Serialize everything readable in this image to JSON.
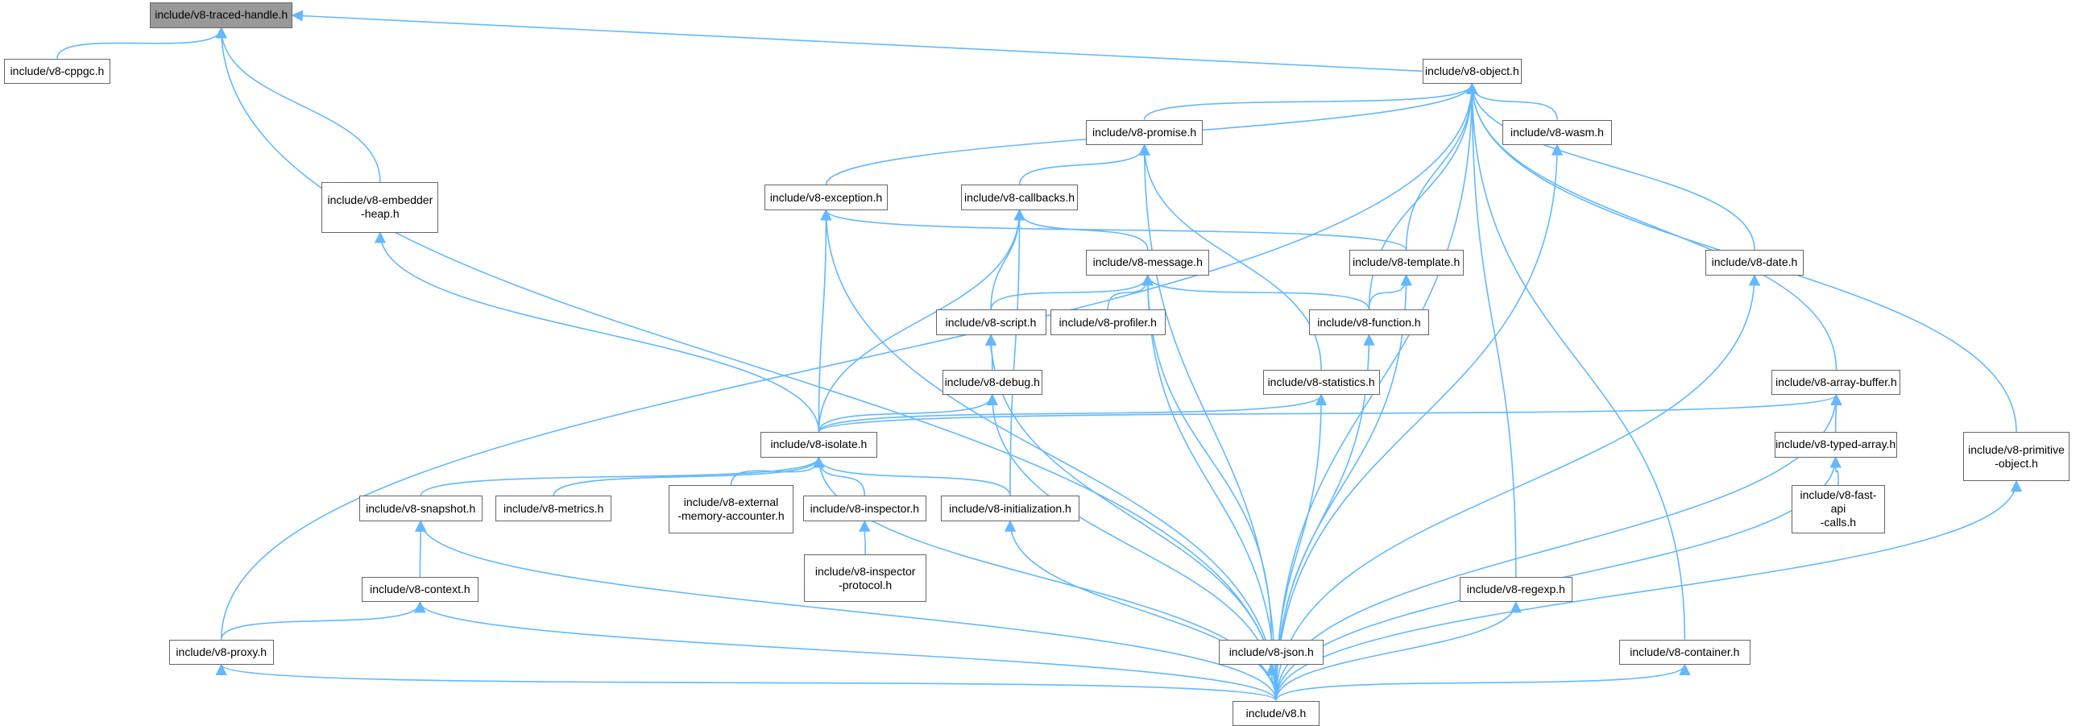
{
  "graph": {
    "title": "include/v8-traced-handle.h",
    "focus_node": "traced",
    "colors": {
      "edge": "#63b8ff",
      "focus_fill": "#999999",
      "node_border": "#666666"
    },
    "nodes": {
      "traced": "include/v8-traced-handle.h",
      "cppgc": "include/v8-cppgc.h",
      "object": "include/v8-object.h",
      "promise": "include/v8-promise.h",
      "wasm": "include/v8-wasm.h",
      "embedder": "include/v8-embedder\n-heap.h",
      "exception": "include/v8-exception.h",
      "callbacks": "include/v8-callbacks.h",
      "message": "include/v8-message.h",
      "template": "include/v8-template.h",
      "date": "include/v8-date.h",
      "script": "include/v8-script.h",
      "profiler": "include/v8-profiler.h",
      "function": "include/v8-function.h",
      "debug": "include/v8-debug.h",
      "statistics": "include/v8-statistics.h",
      "arraybuffer": "include/v8-array-buffer.h",
      "isolate": "include/v8-isolate.h",
      "primitive": "include/v8-primitive\n-object.h",
      "typedarray": "include/v8-typed-array.h",
      "snapshot": "include/v8-snapshot.h",
      "metrics": "include/v8-metrics.h",
      "external": "include/v8-external\n-memory-accounter.h",
      "inspector": "include/v8-inspector.h",
      "initialization": "include/v8-initialization.h",
      "fastapi": "include/v8-fast-api\n-calls.h",
      "inspectorprotocol": "include/v8-inspector\n-protocol.h",
      "context": "include/v8-context.h",
      "regexp": "include/v8-regexp.h",
      "proxy": "include/v8-proxy.h",
      "json": "include/v8-json.h",
      "container": "include/v8-container.h",
      "v8": "include/v8.h"
    },
    "edges": [
      [
        "cppgc",
        "traced"
      ],
      [
        "embedder",
        "traced"
      ],
      [
        "v8",
        "traced"
      ],
      [
        "object",
        "traced"
      ],
      [
        "promise",
        "object"
      ],
      [
        "wasm",
        "object"
      ],
      [
        "exception",
        "object"
      ],
      [
        "template",
        "object"
      ],
      [
        "function",
        "object"
      ],
      [
        "date",
        "object"
      ],
      [
        "regexp",
        "object"
      ],
      [
        "container",
        "object"
      ],
      [
        "arraybuffer",
        "object"
      ],
      [
        "primitive",
        "object"
      ],
      [
        "proxy",
        "object"
      ],
      [
        "v8",
        "object"
      ],
      [
        "callbacks",
        "promise"
      ],
      [
        "statistics",
        "promise"
      ],
      [
        "v8",
        "promise"
      ],
      [
        "v8",
        "wasm"
      ],
      [
        "isolate",
        "embedder"
      ],
      [
        "isolate",
        "exception"
      ],
      [
        "template",
        "exception"
      ],
      [
        "v8",
        "exception"
      ],
      [
        "message",
        "callbacks"
      ],
      [
        "script",
        "callbacks"
      ],
      [
        "isolate",
        "callbacks"
      ],
      [
        "initialization",
        "callbacks"
      ],
      [
        "script",
        "message"
      ],
      [
        "profiler",
        "message"
      ],
      [
        "function",
        "message"
      ],
      [
        "v8",
        "message"
      ],
      [
        "json",
        "message"
      ],
      [
        "function",
        "template"
      ],
      [
        "v8",
        "template"
      ],
      [
        "v8",
        "date"
      ],
      [
        "debug",
        "script"
      ],
      [
        "v8",
        "script"
      ],
      [
        "v8",
        "function"
      ],
      [
        "isolate",
        "debug"
      ],
      [
        "v8",
        "debug"
      ],
      [
        "isolate",
        "statistics"
      ],
      [
        "v8",
        "statistics"
      ],
      [
        "isolate",
        "arraybuffer"
      ],
      [
        "typedarray",
        "arraybuffer"
      ],
      [
        "v8",
        "arraybuffer"
      ],
      [
        "snapshot",
        "isolate"
      ],
      [
        "metrics",
        "isolate"
      ],
      [
        "external",
        "isolate"
      ],
      [
        "inspector",
        "isolate"
      ],
      [
        "initialization",
        "isolate"
      ],
      [
        "v8",
        "isolate"
      ],
      [
        "v8",
        "primitive"
      ],
      [
        "fastapi",
        "typedarray"
      ],
      [
        "v8",
        "typedarray"
      ],
      [
        "context",
        "snapshot"
      ],
      [
        "v8",
        "snapshot"
      ],
      [
        "inspectorprotocol",
        "inspector"
      ],
      [
        "v8",
        "initialization"
      ],
      [
        "proxy",
        "context"
      ],
      [
        "v8",
        "context"
      ],
      [
        "v8",
        "regexp"
      ],
      [
        "v8",
        "proxy"
      ],
      [
        "v8",
        "json"
      ],
      [
        "v8",
        "container"
      ]
    ]
  }
}
